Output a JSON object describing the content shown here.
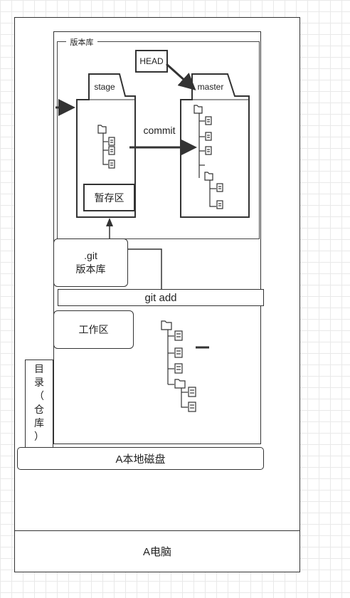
{
  "labels": {
    "repo_title": "版本库",
    "head": "HEAD",
    "stage": "stage",
    "master": "master",
    "commit": "commit",
    "staging_area": "暂存区",
    "git_repo": ".git\n版本库",
    "git_add": "git add",
    "working_area": "工作区",
    "directory": [
      "目",
      "录",
      "（",
      "仓",
      "库",
      "）"
    ],
    "local_disk": "A本地磁盘",
    "computer": "A电脑"
  },
  "colors": {
    "stroke": "#333333",
    "grid": "#e9e9e9",
    "background": "#ffffff"
  },
  "icons": [
    "folder-icon",
    "file-icon"
  ]
}
